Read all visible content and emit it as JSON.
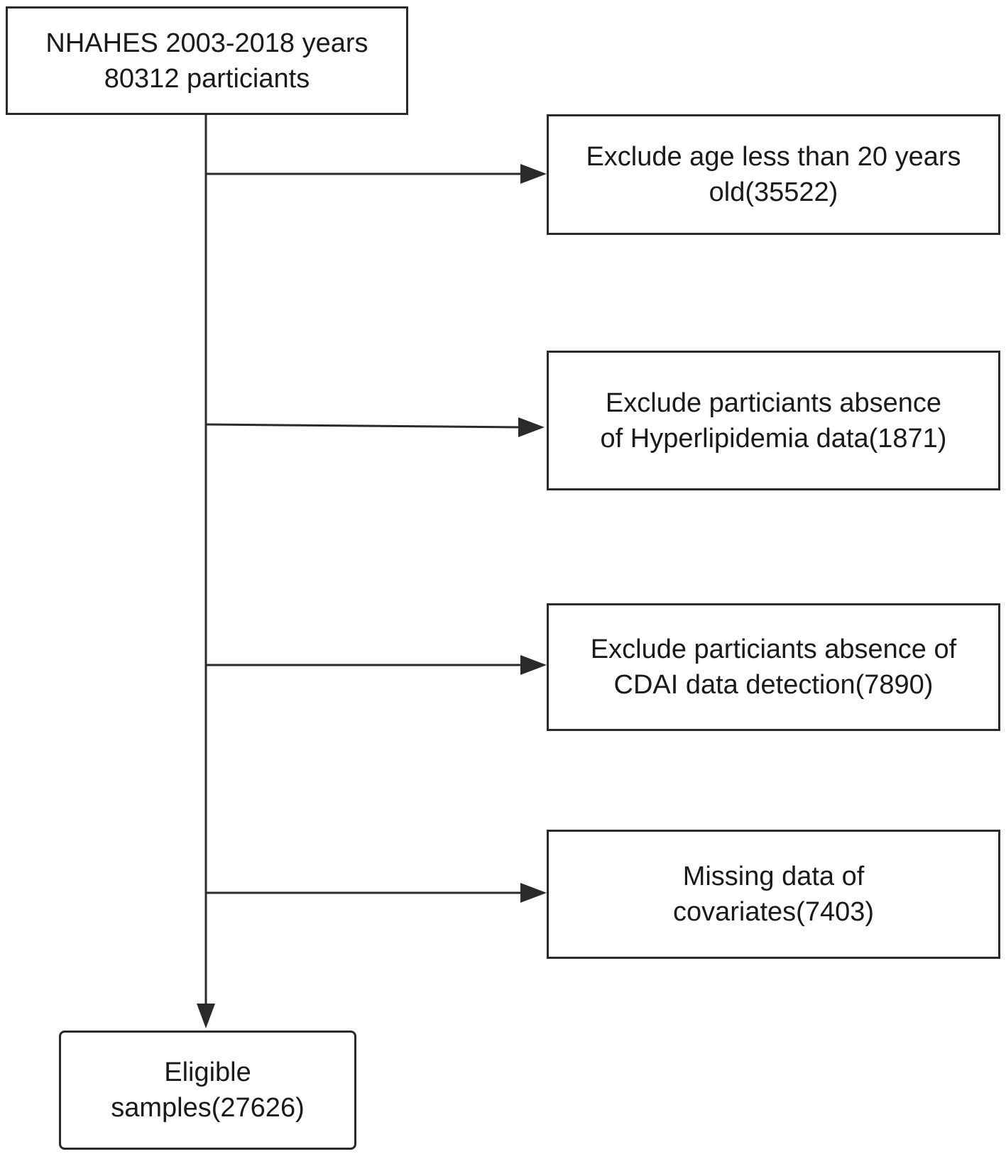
{
  "flowchart": {
    "start": {
      "lines": [
        "NHAHES 2003-2018 years",
        "80312 particiants"
      ]
    },
    "exclusions": [
      {
        "lines": [
          "Exclude age less than 20 years",
          "old(35522)"
        ]
      },
      {
        "lines": [
          "Exclude particiants absence",
          "of Hyperlipidemia data(1871)"
        ]
      },
      {
        "lines": [
          "Exclude particiants absence of",
          "CDAI data detection(7890)"
        ]
      },
      {
        "lines": [
          "Missing data of",
          "covariates(7403)"
        ]
      }
    ],
    "end": {
      "lines": [
        "Eligible",
        "samples(27626)"
      ]
    }
  }
}
